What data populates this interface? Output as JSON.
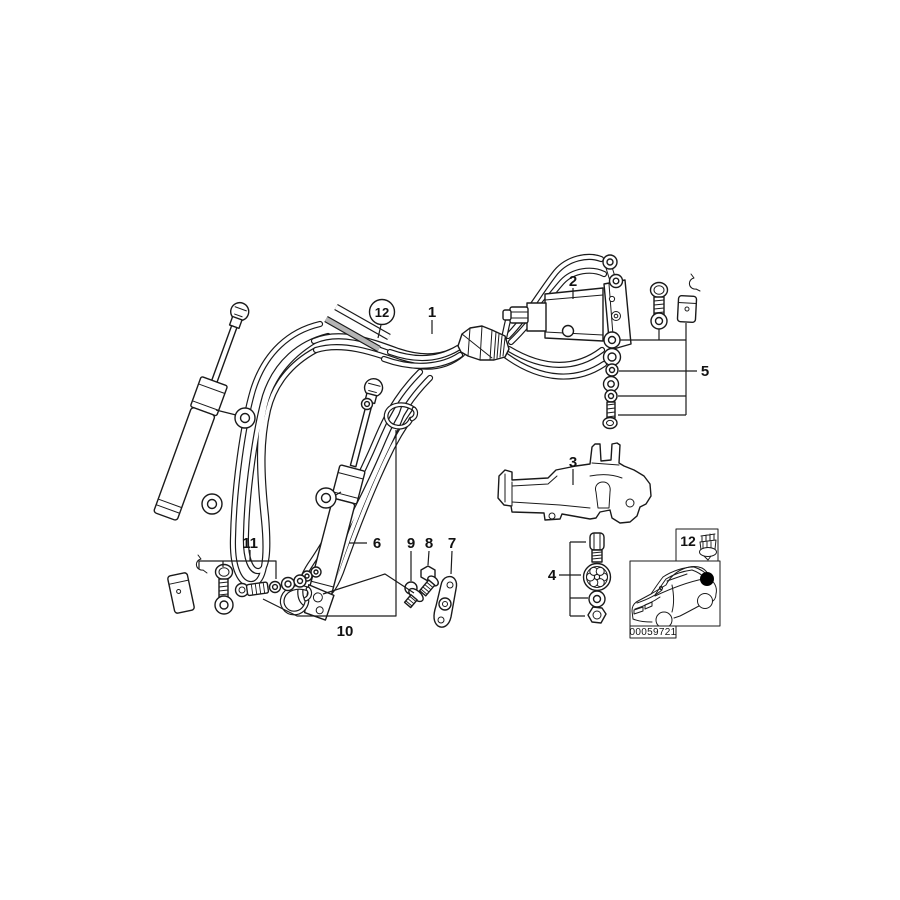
{
  "diagram": {
    "type": "exploded-parts-diagram",
    "colors": {
      "background": "#ffffff",
      "line": "#1a1a1a",
      "tube_gray": "#b5b5b5",
      "location_marker": "#000000"
    },
    "callouts": {
      "n1": "1",
      "n2": "2",
      "n3": "3",
      "n4": "4",
      "n5": "5",
      "n6": "6",
      "n7": "7",
      "n8": "8",
      "n9": "9",
      "n10": "10",
      "n11": "11",
      "n12": "12"
    },
    "legend": {
      "ref_label": "12",
      "image_code": "00059721"
    }
  }
}
